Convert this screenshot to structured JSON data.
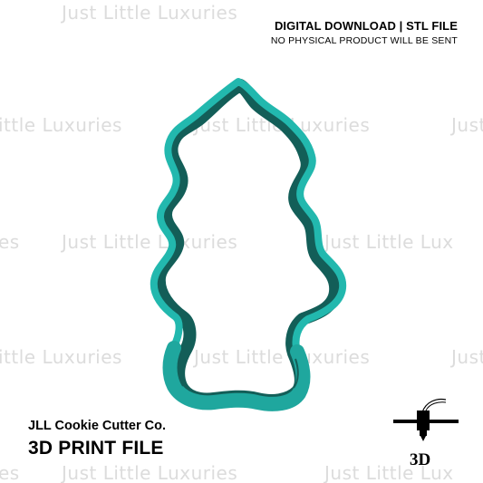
{
  "watermark": {
    "text_full": "Just Little Luxuries",
    "text_left_partial": "ittle Luxuries",
    "text_right_partial": "Just",
    "text_mid_left": "es",
    "text_mid_right": "Just Little Lux"
  },
  "header": {
    "title": "DIGITAL DOWNLOAD | STL FILE",
    "subtitle": "NO PHYSICAL PRODUCT WILL BE SENT"
  },
  "footer": {
    "brand": "JLL Cookie Cutter Co.",
    "print_label": "3D PRINT FILE"
  },
  "icon": {
    "name": "3d-printer-icon",
    "label": "3D"
  },
  "colors": {
    "cutter_teal": "#22b8ae",
    "cutter_dark": "#135e58",
    "watermark": "#dcdcdc",
    "text": "#000000"
  }
}
